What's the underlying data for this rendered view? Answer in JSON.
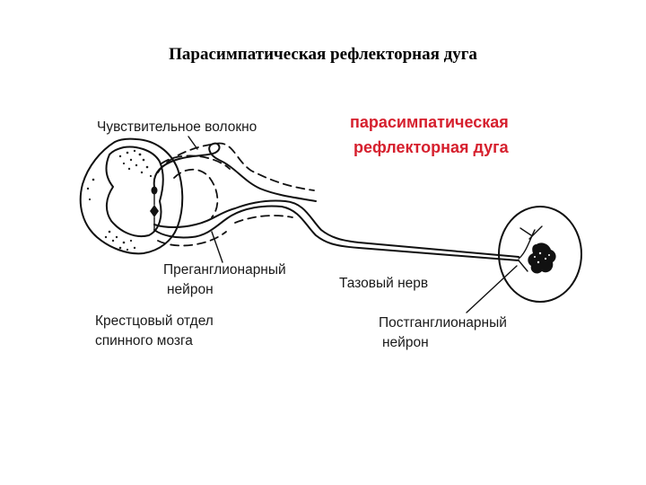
{
  "title": "Парасимпатическая рефлекторная дуга",
  "figure": {
    "red_title_line1": "парасимпатическая",
    "red_title_line2": "рефлекторная дуга",
    "sensory_fiber": "Чувствительное волокно",
    "preganglionic_line1": "Преганглионарный",
    "preganglionic_line2": "нейрон",
    "sacral_line1": "Крестцовый отдел",
    "sacral_line2": "спинного мозга",
    "pelvic_nerve": "Тазовый нерв",
    "postganglionic_line1": "Постганглионарный",
    "postganglionic_line2": "нейрон"
  },
  "colors": {
    "accent_red": "#d6202e",
    "ink": "#111111"
  }
}
